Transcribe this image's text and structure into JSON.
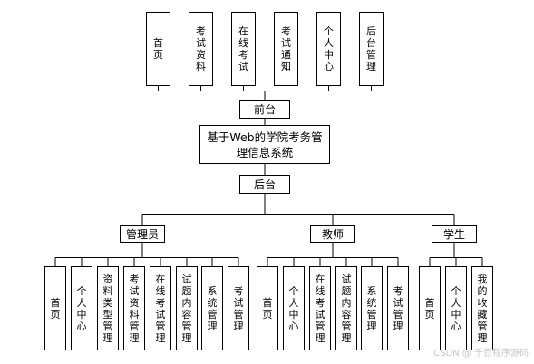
{
  "frontend_modules": [
    "首页",
    "考试资料",
    "在线考试",
    "考试通知",
    "个人中心",
    "后台管理"
  ],
  "frontend_label": "前台",
  "system_title_line1": "基于Web的学院考务管",
  "system_title_line2": "理信息系统",
  "backend_label": "后台",
  "roles": {
    "admin": {
      "label": "管理员",
      "modules": [
        "首页",
        "个人中心",
        "资料类型管理",
        "考试资料管理",
        "在线考试管理",
        "试题内容管理",
        "系统管理",
        "考试管理"
      ]
    },
    "teacher": {
      "label": "教师",
      "modules": [
        "首页",
        "个人中心",
        "在线考试管理",
        "试题内容管理",
        "系统管理",
        "考试管理"
      ]
    },
    "student": {
      "label": "学生",
      "modules": [
        "首页",
        "个人中心",
        "我的收藏管理"
      ]
    }
  },
  "watermark": "CSDN @ 千百程序源码"
}
